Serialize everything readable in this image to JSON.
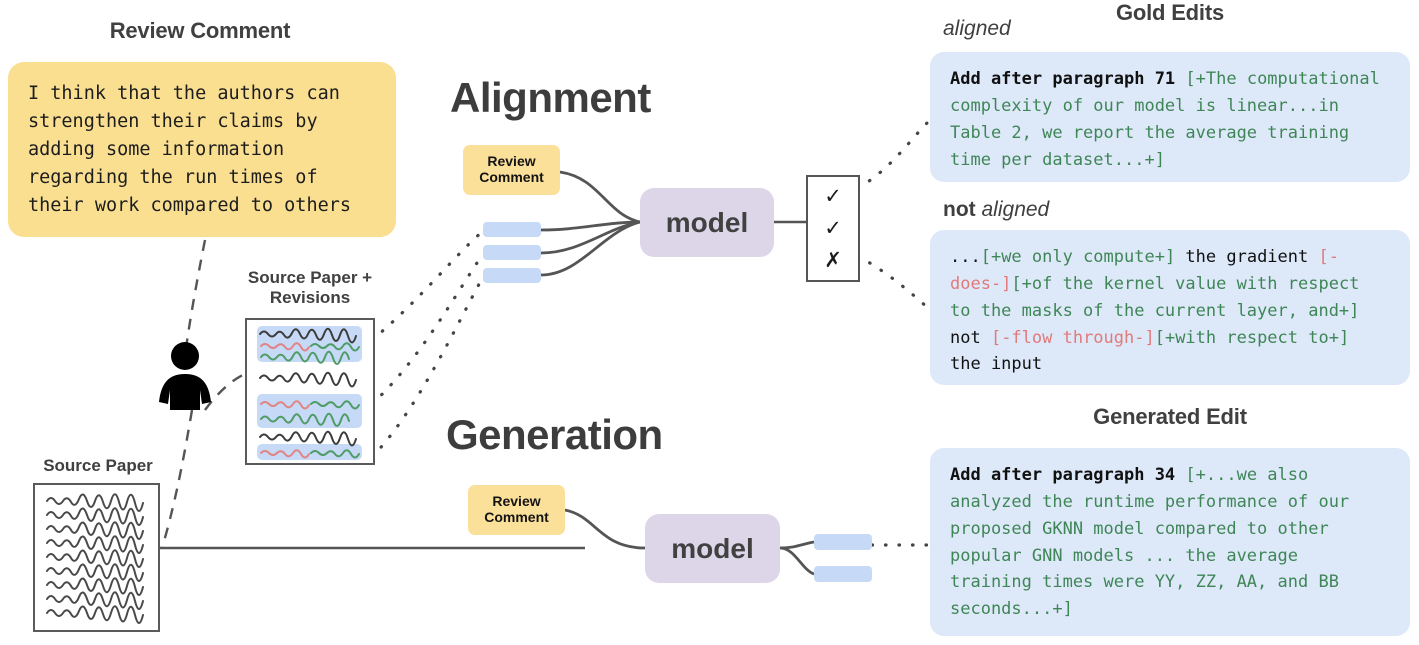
{
  "headings": {
    "review_comment": "Review Comment",
    "alignment": "Alignment",
    "generation": "Generation",
    "gold_edits": "Gold Edits",
    "generated_edit": "Generated Edit",
    "source_paper_revisions": "Source Paper +\nRevisions",
    "source_paper": "Source Paper"
  },
  "review_comment_text": "I think that the authors can\nstrengthen their claims by\nadding some information\nregarding the run times of\ntheir work compared to others",
  "chips": {
    "alignment_review_comment": "Review\nComment",
    "generation_review_comment": "Review\nComment"
  },
  "model_label": "model",
  "verdict": {
    "items": [
      "✓",
      "✓",
      "✗"
    ]
  },
  "labels": {
    "aligned": "aligned",
    "not_aligned_bold": "not",
    "not_aligned_rest": "aligned"
  },
  "gold_aligned": {
    "segments": [
      {
        "style": "bold",
        "text": "Add after paragraph 71"
      },
      {
        "style": "plain",
        "text": " "
      },
      {
        "style": "add",
        "text": "[+The computational complexity of our model is linear...in Table 2, we report the average training time per dataset...+]"
      }
    ]
  },
  "gold_not_aligned": {
    "segments": [
      {
        "style": "plain",
        "text": "..."
      },
      {
        "style": "add",
        "text": "[+we only compute+]"
      },
      {
        "style": "plain",
        "text": " the gradient "
      },
      {
        "style": "del",
        "text": "[-does-]"
      },
      {
        "style": "add",
        "text": "[+of the kernel value with respect to the masks of the current layer, and+]"
      },
      {
        "style": "plain",
        "text": " not "
      },
      {
        "style": "del",
        "text": "[-flow through-]"
      },
      {
        "style": "add",
        "text": "[+with respect to+]"
      },
      {
        "style": "plain",
        "text": " the input"
      }
    ]
  },
  "generated_edit": {
    "segments": [
      {
        "style": "bold",
        "text": "Add after paragraph 34"
      },
      {
        "style": "plain",
        "text": " "
      },
      {
        "style": "add",
        "text": "[+...we also analyzed the runtime performance of our proposed GKNN model compared to other popular GNN models ... the average training times were YY, ZZ, AA, and BB seconds...+]"
      }
    ]
  },
  "colors": {
    "yellow": "#fadf91",
    "chip_yellow": "#fbe09a",
    "purple": "#ddd6e8",
    "blue_bar": "#c6d9f6",
    "blue_card": "#dde8f9",
    "added_green": "#3f8657",
    "deleted_red": "#e27a7a",
    "stroke_gray": "#555555",
    "heading_gray": "#404040"
  },
  "icons": {
    "person": "person-icon",
    "check": "check-icon",
    "cross": "cross-icon"
  }
}
